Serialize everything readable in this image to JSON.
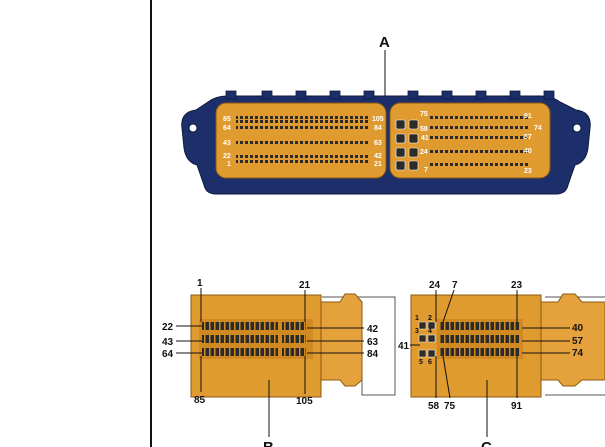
{
  "callouts": {
    "a": "A",
    "b": "B",
    "c": "C"
  },
  "top_connector": {
    "left_pins": [
      "85",
      "64",
      "43",
      "22",
      "1"
    ],
    "mid_left_pins": [
      "105",
      "84",
      "63",
      "42",
      "21"
    ],
    "mid_right_pins": [
      "75",
      "58",
      "41",
      "24",
      "7"
    ],
    "right_pins": [
      "91",
      "74",
      "57",
      "40",
      "23"
    ]
  },
  "connector_b": {
    "left_labels": [
      "22",
      "43",
      "64"
    ],
    "right_labels": [
      "42",
      "63",
      "84"
    ],
    "top_labels": [
      "1",
      "21"
    ],
    "bottom_labels": [
      "85",
      "105"
    ]
  },
  "connector_c": {
    "top_labels": [
      "24",
      "7",
      "23"
    ],
    "small_pins": [
      "1",
      "2",
      "3",
      "4",
      "5",
      "6"
    ],
    "left_label": "41",
    "right_labels": [
      "40",
      "57",
      "74"
    ],
    "bottom_labels": [
      "58",
      "75",
      "91"
    ]
  },
  "colors": {
    "body": "#e09b30",
    "frame": "#1d2f6b",
    "pin": "#2b2b2b",
    "line": "#111111"
  }
}
